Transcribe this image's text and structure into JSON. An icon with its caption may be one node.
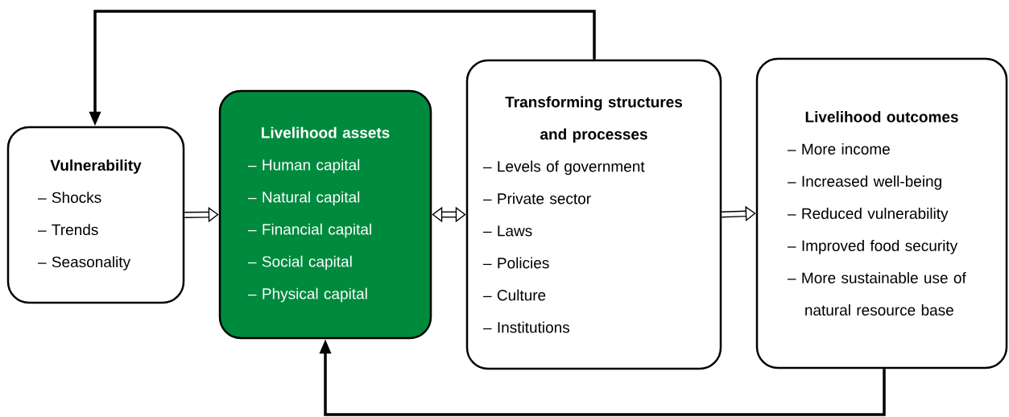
{
  "diagram": {
    "nodes": [
      {
        "text": [
          "Vulnerability",
          "– Shocks",
          "– Trends",
          "– Seasonality"
        ]
      },
      {
        "text": [
          "Livelihood assets",
          "– Human capital",
          "– Natural capital",
          "– Financial capital",
          "– Social capital",
          "– Physical capital"
        ]
      },
      {
        "text": [
          "Transforming structures and processes",
          "– Levels of government",
          "– Private sector",
          "– Laws",
          "– Policies",
          "– Culture",
          "– Institutions"
        ]
      },
      {
        "text": [
          "Livelihood outcomes",
          "– More income",
          "– Increased well-being",
          "– Reduced vulnerability",
          "– Improved food security",
          "– More sustainable use of natural resource base"
        ]
      }
    ],
    "edges": [
      {
        "from": 0,
        "to": 1,
        "arrow": "to"
      },
      {
        "from": 1,
        "to": 2,
        "arrow": "both"
      },
      {
        "from": 2,
        "to": 3,
        "arrow": "to"
      },
      {
        "from": 2,
        "to": 0,
        "arrow": "to"
      },
      {
        "from": 3,
        "to": 1,
        "arrow": "to"
      }
    ]
  }
}
